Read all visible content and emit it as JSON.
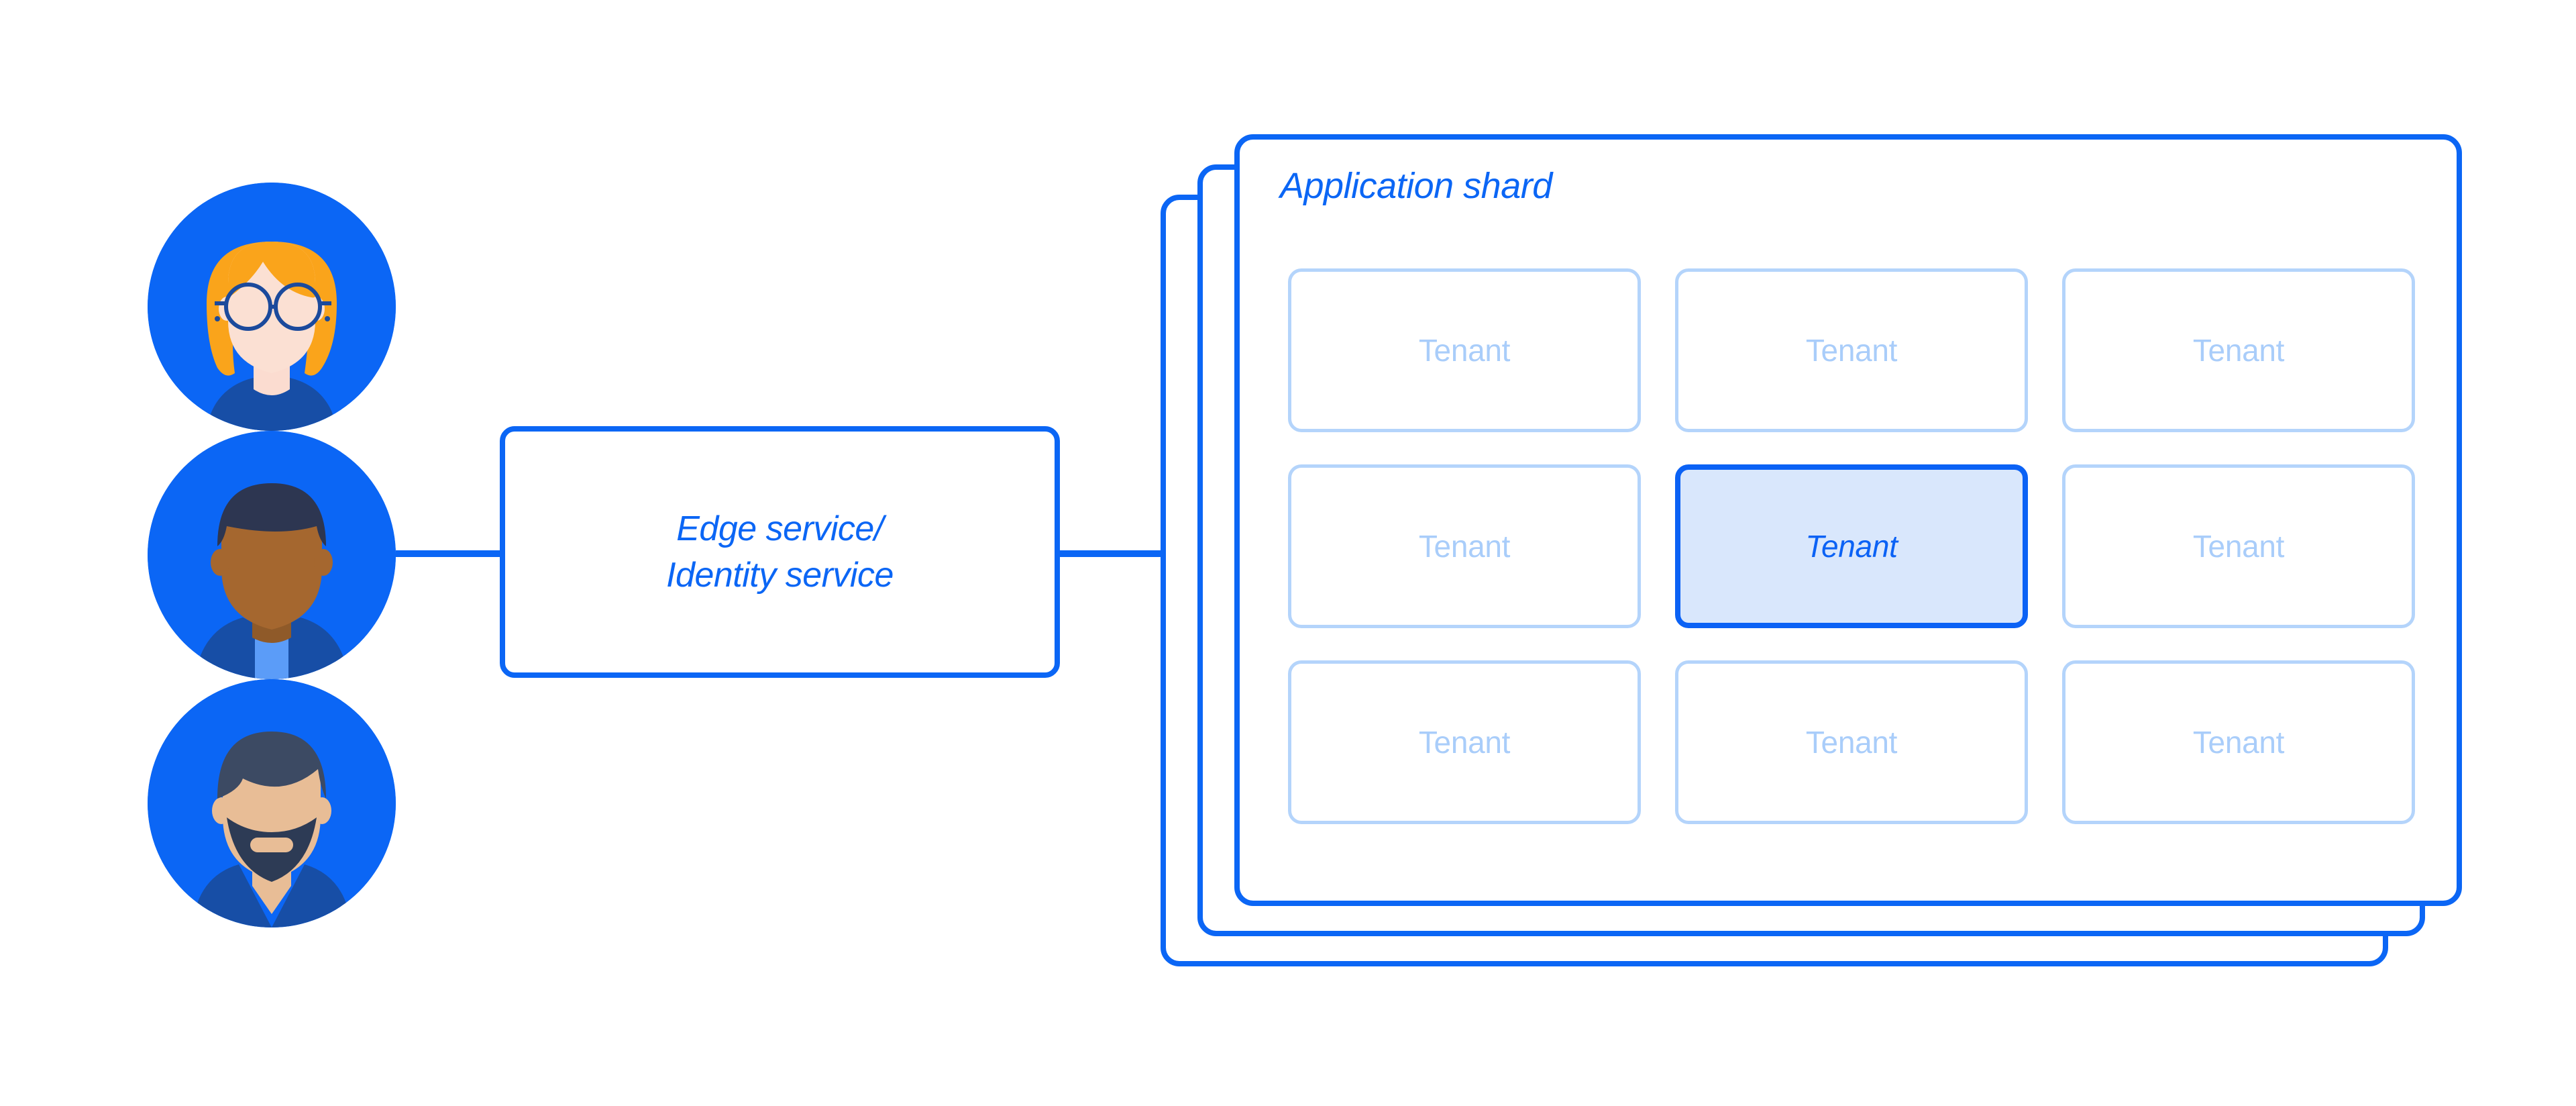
{
  "theme": {
    "accent_blue": "#0b66f5",
    "tenant_border": "#b4d4fb",
    "tenant_text": "#a9cdfa",
    "selected_fill": "#d9e7fc",
    "selected_border": "#0b62f5",
    "background": "#ffffff"
  },
  "users": {
    "avatars": [
      {
        "name": "woman-with-glasses-avatar",
        "hair_color": "#faa41b",
        "skin_color": "#fbe0d3",
        "background_color": "#0b66f5"
      },
      {
        "name": "man-short-hair-avatar",
        "hair_color": "#2d3651",
        "skin_color": "#a5672f",
        "background_color": "#0b66f5"
      },
      {
        "name": "man-with-beard-avatar",
        "hair_color": "#3c4a63",
        "skin_color": "#e8bd96",
        "background_color": "#0b66f5"
      }
    ]
  },
  "edge_service": {
    "label": "Edge service/\nIdentity service"
  },
  "shard": {
    "title": "Application shard",
    "stack_count": 3,
    "tenants": [
      {
        "label": "Tenant",
        "selected": false
      },
      {
        "label": "Tenant",
        "selected": false
      },
      {
        "label": "Tenant",
        "selected": false
      },
      {
        "label": "Tenant",
        "selected": false
      },
      {
        "label": "Tenant",
        "selected": true
      },
      {
        "label": "Tenant",
        "selected": false
      },
      {
        "label": "Tenant",
        "selected": false
      },
      {
        "label": "Tenant",
        "selected": false
      },
      {
        "label": "Tenant",
        "selected": false
      }
    ]
  }
}
